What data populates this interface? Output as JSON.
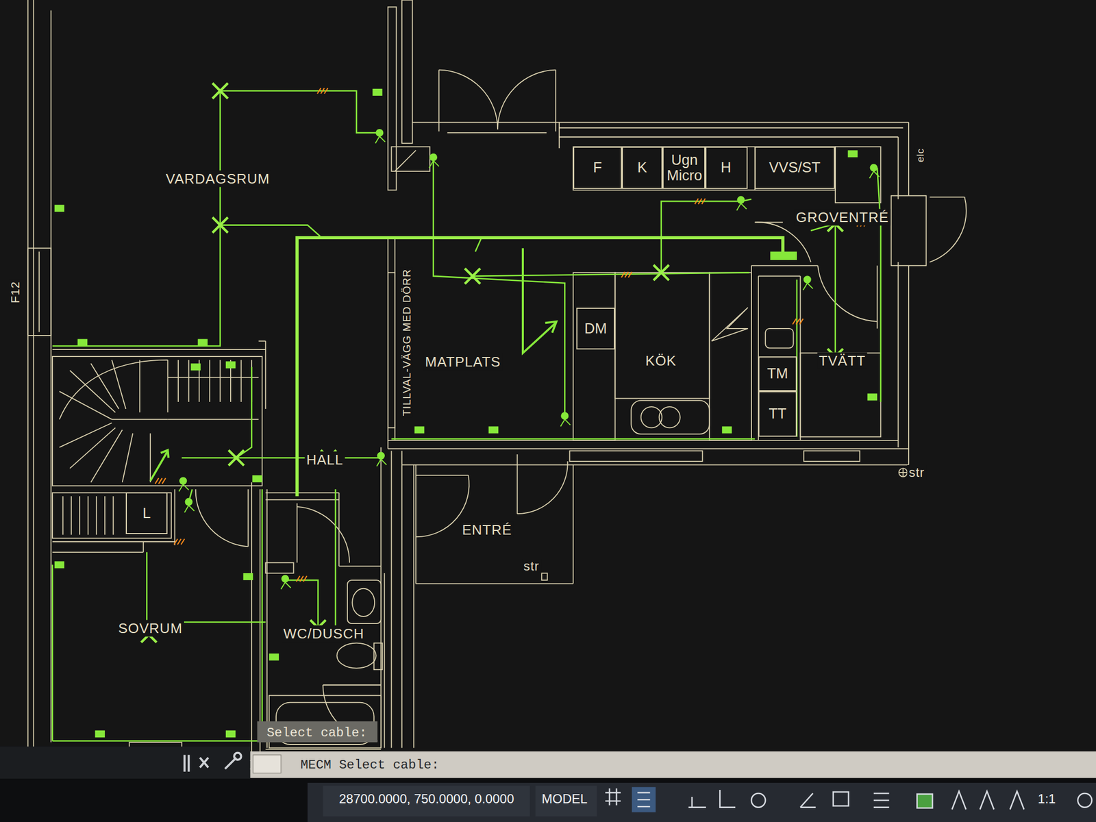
{
  "diagram": {
    "nodes": [
      {
        "text": [
          "F"
        ]
      },
      {
        "text": [
          "K"
        ]
      },
      {
        "text": [
          "Ugn Micro"
        ]
      },
      {
        "text": [
          "H"
        ]
      },
      {
        "text": [
          "VVS/ST"
        ]
      },
      {
        "text": [
          "DM"
        ]
      },
      {
        "text": [
          "TM"
        ]
      },
      {
        "text": [
          "TT"
        ]
      },
      {
        "text": [
          "L"
        ]
      }
    ],
    "labels": [
      "VARDAGSRUM",
      "MATPLATS",
      "KÖK",
      "GROVENTRÉ",
      "TVÄTT",
      "HALL",
      "ENTRÉ",
      "SOVRUM",
      "WC/DUSCH",
      "TILLVAL-VÄGG MED DÖRR",
      "F12",
      "str",
      "str",
      "elc",
      "Select cable:",
      "MECM Select cable:",
      "28700.0000, 750.0000, 0.0000",
      "MODEL",
      "1:1"
    ]
  }
}
